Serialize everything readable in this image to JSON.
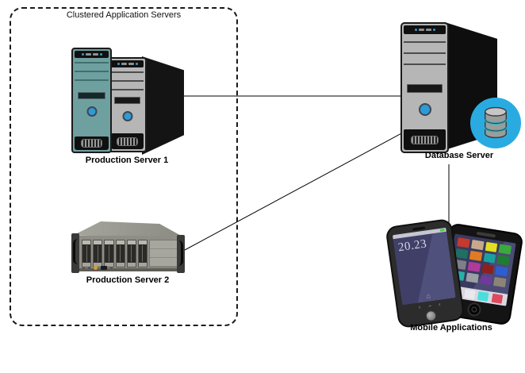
{
  "diagram": {
    "cluster": {
      "label": "Clustered Application Servers"
    },
    "nodes": [
      {
        "id": "production-server-1",
        "label": "Production Server 1",
        "type": "tower-server-pair"
      },
      {
        "id": "production-server-2",
        "label": "Production Server 2",
        "type": "rack-server"
      },
      {
        "id": "database-server",
        "label": "Database Server",
        "type": "tower-server"
      },
      {
        "id": "mobile-applications",
        "label": "Mobile Applications",
        "type": "smartphones"
      }
    ],
    "connections": [
      {
        "from": "production-server-1",
        "to": "database-server"
      },
      {
        "from": "production-server-2",
        "to": "database-server"
      },
      {
        "from": "database-server",
        "to": "mobile-applications"
      }
    ],
    "phone": {
      "clock": "20.23"
    },
    "colors": {
      "teal_server": "#6fa0a0",
      "gray_server": "#b6b6b6",
      "badge_blue": "#29abe2",
      "db_cylinder": "#9c9c9c",
      "db_cylinder_band": "#35b4c0",
      "power_button": "#2f9ad8",
      "battery_green": "#4ad04a",
      "phone_screen": "#45456e",
      "app_icons": [
        "#c23b2e",
        "#c6a98b",
        "#e3de21",
        "#3aaa3a",
        "#1f6f62",
        "#e07b22",
        "#1ba0a0",
        "#207c33",
        "#7f7f87",
        "#b03a9c",
        "#8e1f1f",
        "#2d5fd0",
        "#27b0a8",
        "#9aa0a4",
        "#6f3a9a",
        "#8a8577"
      ],
      "dock_icons": [
        "#35c06a",
        "#e8e8ee",
        "#4adede",
        "#df4a5e"
      ]
    }
  }
}
